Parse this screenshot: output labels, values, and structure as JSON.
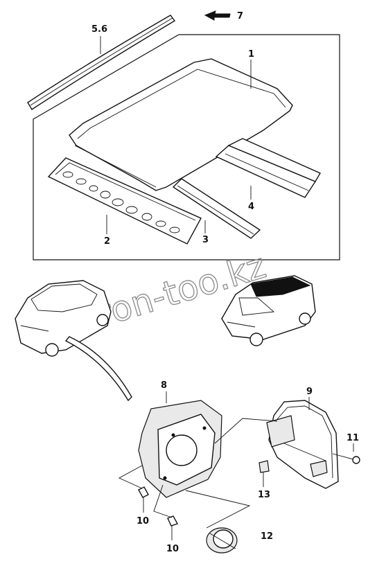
{
  "callouts": {
    "c56": "5.6",
    "c7": "7",
    "c1": "1",
    "c2": "2",
    "c3": "3",
    "c4": "4",
    "c8": "8",
    "c9": "9",
    "c11": "11",
    "c13": "13",
    "c10a": "10",
    "c10b": "10",
    "c12": "12"
  },
  "watermark": "sinhron-too.kz"
}
